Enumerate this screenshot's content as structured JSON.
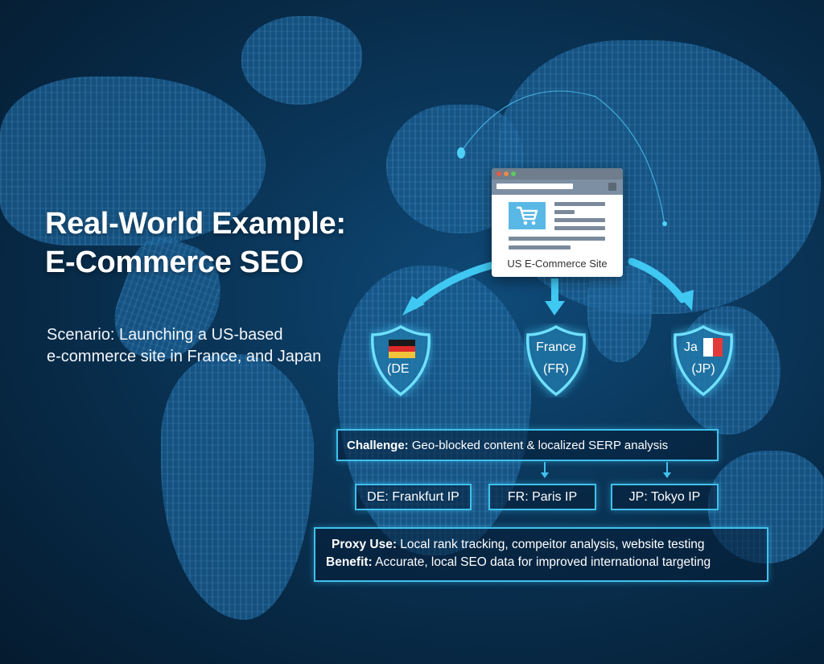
{
  "title": {
    "line1": "Real-World Example:",
    "line2": "E-Commerce SEO"
  },
  "scenario": {
    "line1": "Scenario: Launching a US-based",
    "line2": "e-commerce site in France, and Japan"
  },
  "site": {
    "label": "US E-Commerce Site",
    "icon": "shopping-cart-icon"
  },
  "regions": [
    {
      "code_label": "(DE",
      "name_label": "",
      "flag": "germany-flag"
    },
    {
      "code_label": "(FR)",
      "name_label": "France",
      "flag": ""
    },
    {
      "code_label": "(JP)",
      "name_label": "Ja",
      "flag": "japan-flag-fragment"
    }
  ],
  "challenge": {
    "label": "Challenge:",
    "text": " Geo-blocked content & localized SERP analysis"
  },
  "ips": [
    {
      "label": "DE: Frankfurt IP"
    },
    {
      "label": "FR: Paris IP"
    },
    {
      "label": "JP: Tokyo IP"
    }
  ],
  "benefits": {
    "proxy_label": "Proxy Use:",
    "proxy_text": " Local rank tracking, compeitor analysis, website testing",
    "benefit_label": "Benefit:",
    "benefit_text": " Accurate, local SEO data for improved international targeting"
  },
  "colors": {
    "accent": "#3fc1ee",
    "background": "#0a3558",
    "cart_box": "#5ab8e6"
  }
}
